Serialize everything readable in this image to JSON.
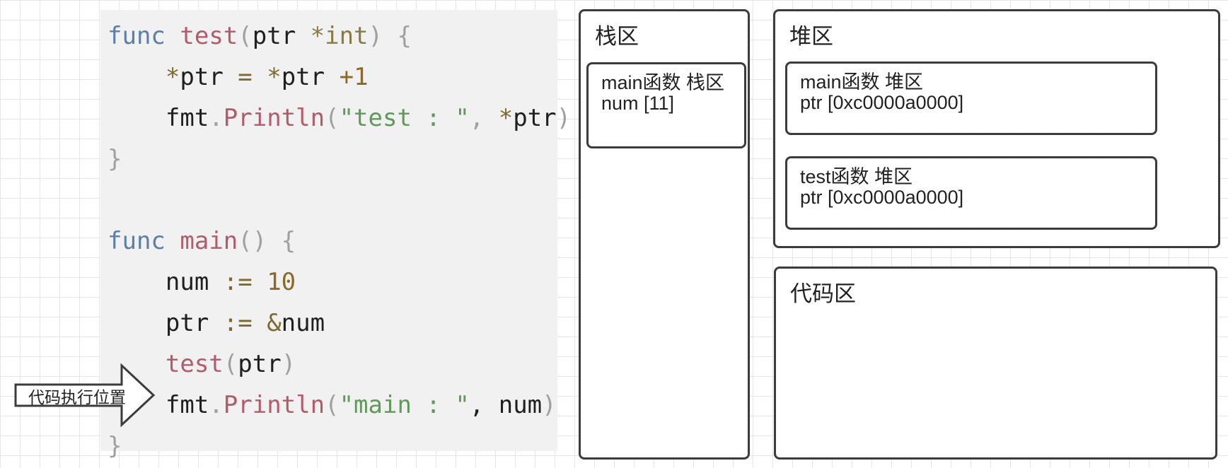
{
  "code": {
    "lines": [
      [
        {
          "t": "func",
          "c": "kw"
        },
        {
          "t": " ",
          "c": "id"
        },
        {
          "t": "test",
          "c": "fn"
        },
        {
          "t": "(",
          "c": "pu"
        },
        {
          "t": "ptr ",
          "c": "id"
        },
        {
          "t": "*int",
          "c": "ty"
        },
        {
          "t": ") {",
          "c": "pu"
        }
      ],
      [
        {
          "t": "    ",
          "c": "id"
        },
        {
          "t": "*",
          "c": "op"
        },
        {
          "t": "ptr ",
          "c": "id"
        },
        {
          "t": "= ",
          "c": "op"
        },
        {
          "t": "*",
          "c": "op"
        },
        {
          "t": "ptr ",
          "c": "id"
        },
        {
          "t": "+1",
          "c": "num"
        }
      ],
      [
        {
          "t": "    fmt",
          "c": "id"
        },
        {
          "t": ".",
          "c": "pu"
        },
        {
          "t": "Println",
          "c": "fn"
        },
        {
          "t": "(",
          "c": "pu"
        },
        {
          "t": "\"test : \"",
          "c": "str"
        },
        {
          "t": ", ",
          "c": "pu"
        },
        {
          "t": "*",
          "c": "op"
        },
        {
          "t": "ptr",
          "c": "id"
        },
        {
          "t": ")",
          "c": "pu"
        }
      ],
      [
        {
          "t": "}",
          "c": "pu"
        }
      ],
      [],
      [
        {
          "t": "func",
          "c": "kw"
        },
        {
          "t": " ",
          "c": "id"
        },
        {
          "t": "main",
          "c": "fn"
        },
        {
          "t": "() {",
          "c": "pu"
        }
      ],
      [
        {
          "t": "    num ",
          "c": "id"
        },
        {
          "t": ":= ",
          "c": "op"
        },
        {
          "t": "10",
          "c": "num"
        }
      ],
      [
        {
          "t": "    ptr ",
          "c": "id"
        },
        {
          "t": ":= ",
          "c": "op"
        },
        {
          "t": "&",
          "c": "op"
        },
        {
          "t": "num",
          "c": "id"
        }
      ],
      [
        {
          "t": "    ",
          "c": "id"
        },
        {
          "t": "test",
          "c": "fn"
        },
        {
          "t": "(",
          "c": "pu"
        },
        {
          "t": "ptr",
          "c": "id"
        },
        {
          "t": ")",
          "c": "pu"
        }
      ],
      [
        {
          "t": "    fmt",
          "c": "id"
        },
        {
          "t": ".",
          "c": "pu"
        },
        {
          "t": "Println",
          "c": "fn"
        },
        {
          "t": "(",
          "c": "pu"
        },
        {
          "t": "\"main : \"",
          "c": "str"
        },
        {
          "t": ", num",
          "c": "id"
        },
        {
          "t": ")",
          "c": "pu"
        }
      ],
      [
        {
          "t": "}",
          "c": "pu"
        }
      ]
    ]
  },
  "execution_pointer": {
    "label": "代码执行位置",
    "line_index": 9
  },
  "stack": {
    "title": "栈区",
    "frames": [
      {
        "title": "main函数 栈区",
        "value": "num [11]"
      }
    ]
  },
  "heap": {
    "title": "堆区",
    "frames": [
      {
        "title": "main函数 堆区",
        "value": "ptr [0xc0000a0000]"
      },
      {
        "title": "test函数 堆区",
        "value": "ptr [0xc0000a0000]"
      }
    ]
  },
  "code_area": {
    "title": "代码区"
  }
}
